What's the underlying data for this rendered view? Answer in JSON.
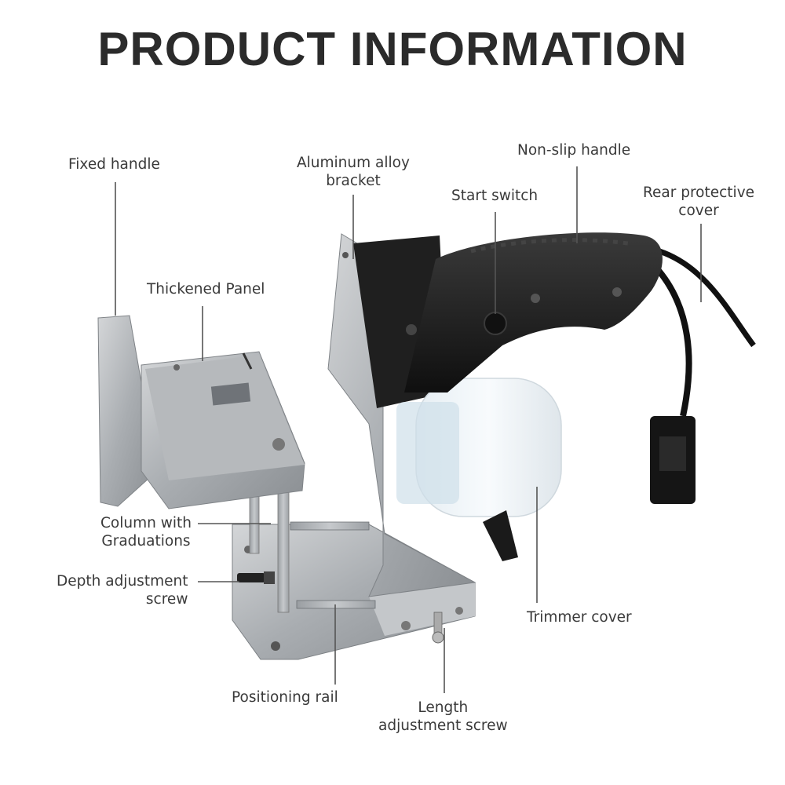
{
  "title": "PRODUCT INFORMATION",
  "labels": {
    "fixed_handle": {
      "line1": "Fixed handle"
    },
    "aluminum_bracket": {
      "line1": "Aluminum alloy",
      "line2": "bracket"
    },
    "non_slip_handle": {
      "line1": "Non-slip handle"
    },
    "start_switch": {
      "line1": "Start switch"
    },
    "rear_cover": {
      "line1": "Rear protective",
      "line2": "cover"
    },
    "thickened_panel": {
      "line1": "Thickened Panel"
    },
    "column": {
      "line1": "Column with",
      "line2": "Graduations"
    },
    "depth_screw": {
      "line1": "Depth adjustment",
      "line2": "screw"
    },
    "trimmer_cover": {
      "line1": "Trimmer cover"
    },
    "positioning_rail": {
      "line1": "Positioning rail"
    },
    "length_screw": {
      "line1": "Length",
      "line2": "adjustment screw"
    }
  },
  "colors": {
    "text": "#3a3a3a",
    "title": "#2b2b2b",
    "aluminum": "#b9bcbf",
    "handle": "#1b1b1b",
    "leader": "#555555"
  }
}
